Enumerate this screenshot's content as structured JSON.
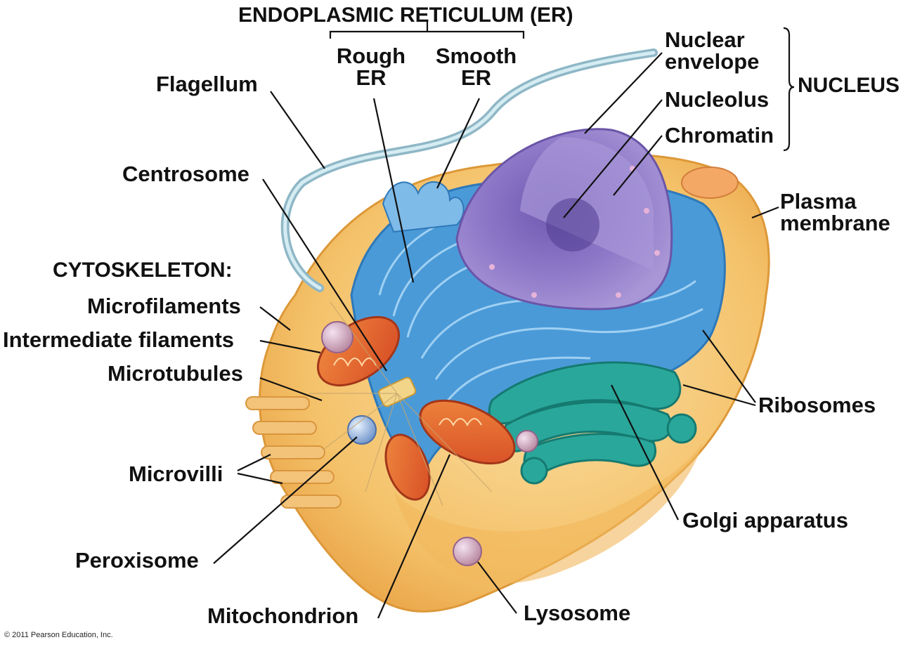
{
  "labels": {
    "er_header": "ENDOPLASMIC RETICULUM (ER)",
    "rough_er": "Rough ER",
    "smooth_er": "Smooth ER",
    "flagellum": "Flagellum",
    "centrosome": "Centrosome",
    "cytoskeleton": "CYTOSKELETON:",
    "microfilaments": "Microfilaments",
    "intermediate_filaments": "Intermediate filaments",
    "microtubules": "Microtubules",
    "microvilli": "Microvilli",
    "peroxisome": "Peroxisome",
    "mitochondrion": "Mitochondrion",
    "lysosome": "Lysosome",
    "golgi": "Golgi apparatus",
    "ribosomes": "Ribosomes",
    "plasma_membrane": "Plasma membrane",
    "nuclear_envelope": "Nuclear envelope",
    "nucleolus": "Nucleolus",
    "chromatin": "Chromatin",
    "nucleus": "NUCLEUS"
  },
  "copyright": "© 2011 Pearson Education, Inc.",
  "colors": {
    "cell_fill": "#f4c26a",
    "cell_edge": "#e8a645",
    "er": "#4a9ad8",
    "nucleus": "#8d78c4",
    "golgi": "#2aa79b",
    "mitochondrion": "#e2632b",
    "flagellum": "#a9cfdc"
  }
}
